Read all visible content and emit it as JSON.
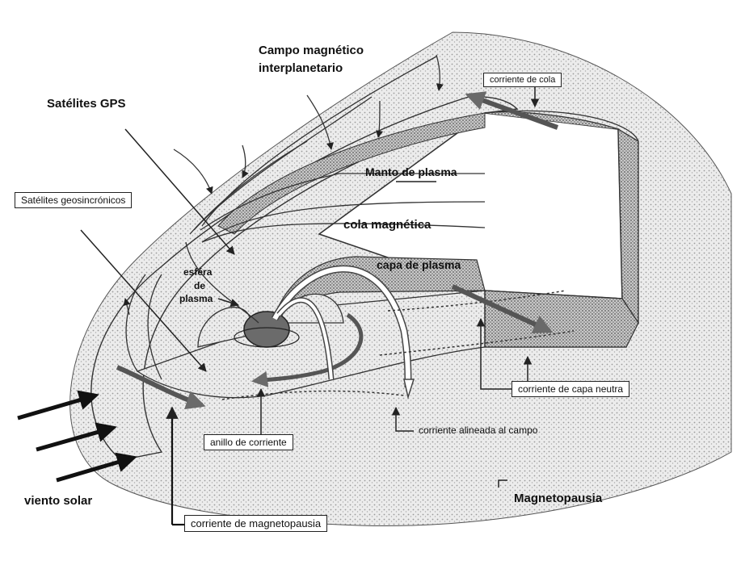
{
  "diagram": {
    "labels": {
      "campo_magnetico": "Campo magnético",
      "interplanetario": "interplanetario",
      "satelites_gps": "Satélites GPS",
      "satelites_geosincronicos": "Satélites geosincrónicos",
      "corriente_de_cola": "corriente de cola",
      "manto_de_plasma": "Manto de plasma",
      "cola_magnetica": "cola magnética",
      "capa_de_plasma": "capa de plasma",
      "esfera_line1": "esféra",
      "esfera_line2": "de",
      "esfera_line3": "plasma",
      "corriente_capa_neutra": "corriente de capa neutra",
      "corriente_alineada": "corriente alineada al campo",
      "anillo_de_corriente": "anillo de corriente",
      "viento_solar": "viento solar",
      "magnetopausia": "Magnetopausia",
      "corriente_magnetopausia": "corriente de magnetopausia"
    },
    "colors": {
      "background": "#ffffff",
      "stipple": "#d6d6d6",
      "dark_band": "#8a8a8a",
      "ink": "#222222",
      "earth": "#6b6b6b"
    }
  }
}
